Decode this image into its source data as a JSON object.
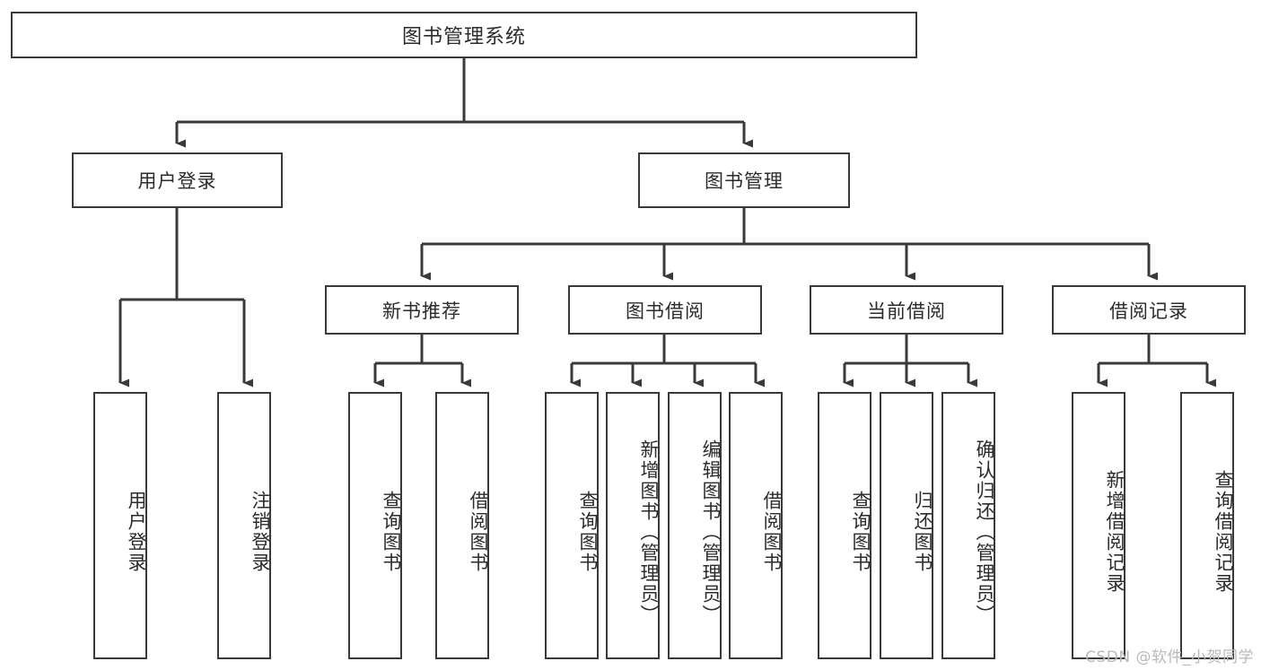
{
  "diagram": {
    "title": "图书管理系统",
    "type": "hierarchy-tree",
    "root": {
      "id": "root",
      "label": "图书管理系统"
    },
    "level2": [
      {
        "id": "user-login",
        "label": "用户登录"
      },
      {
        "id": "book-manage",
        "label": "图书管理"
      }
    ],
    "level3": [
      {
        "id": "new-book-rec",
        "label": "新书推荐"
      },
      {
        "id": "book-borrow",
        "label": "图书借阅"
      },
      {
        "id": "current-borrow",
        "label": "当前借阅"
      },
      {
        "id": "borrow-record",
        "label": "借阅记录"
      }
    ],
    "leaves": {
      "user_login": [
        {
          "id": "leaf-user-login",
          "label": "用户登录"
        },
        {
          "id": "leaf-logout-login",
          "label": "注销登录"
        }
      ],
      "new_book_rec": [
        {
          "id": "leaf-query-book-1",
          "label": "查询图书"
        },
        {
          "id": "leaf-borrow-book-1",
          "label": "借阅图书"
        }
      ],
      "book_borrow": [
        {
          "id": "leaf-query-book-2",
          "label": "查询图书"
        },
        {
          "id": "leaf-add-book",
          "label": "新增图书（管理员）"
        },
        {
          "id": "leaf-edit-book",
          "label": "编辑图书（管理员）"
        },
        {
          "id": "leaf-borrow-book-2",
          "label": "借阅图书"
        }
      ],
      "current_borrow": [
        {
          "id": "leaf-query-book-3",
          "label": "查询图书"
        },
        {
          "id": "leaf-return-book",
          "label": "归还图书"
        },
        {
          "id": "leaf-confirm-return",
          "label": "确认归还（管理员）"
        }
      ],
      "borrow_record": [
        {
          "id": "leaf-add-record",
          "label": "新增借阅记录"
        },
        {
          "id": "leaf-query-record",
          "label": "查询借阅记录"
        }
      ]
    },
    "colors": {
      "stroke": "#3a3a3a",
      "text": "#2b2b2b",
      "background": "#ffffff",
      "watermark": "#b9b9b9"
    }
  },
  "watermark": {
    "text": "CSDN @软件_小贺同学"
  }
}
